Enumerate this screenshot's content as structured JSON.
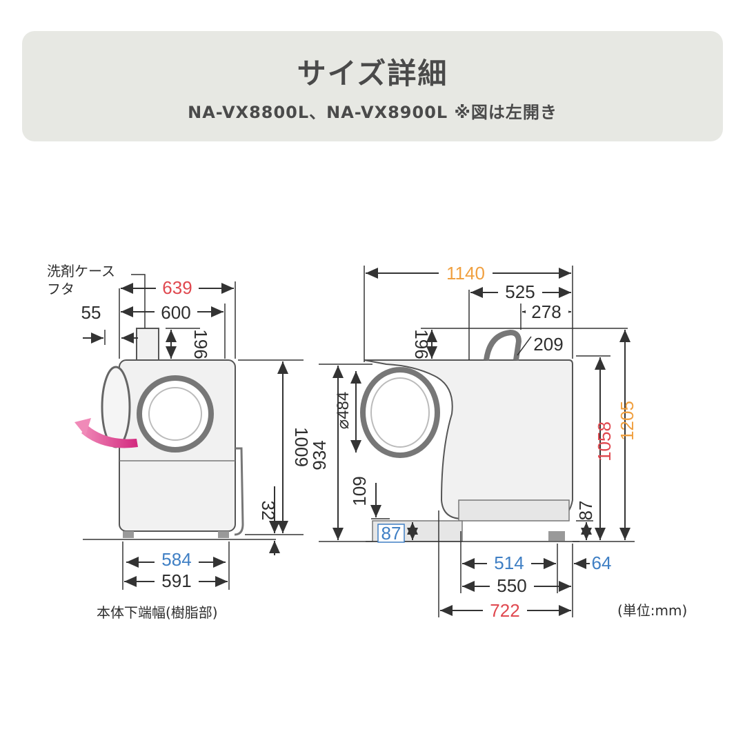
{
  "header": {
    "title": "サイズ詳細",
    "subtitle": "NA-VX8800L、NA-VX8900L ※図は左開き"
  },
  "colors": {
    "header_bg": "#e7e8e3",
    "red": "#e0484f",
    "orange": "#f0a040",
    "blue": "#3f7fc4",
    "magenta": "#d2287e",
    "body_fill": "#f1f1f1",
    "outline": "#555555"
  },
  "front_view": {
    "label_case_lid": [
      "洗剤ケース",
      "フタ"
    ],
    "dim_639": "639",
    "dim_600": "600",
    "dim_55": "55",
    "dim_196": "196",
    "dim_1009": "1009",
    "dim_32": "32",
    "dim_584": "584",
    "dim_591": "591",
    "label_base_width": "本体下端幅(樹脂部)",
    "icon": "door-open-arrow-icon"
  },
  "side_view": {
    "dim_1140": "1140",
    "dim_525": "525",
    "dim_278": "278",
    "dim_196": "196",
    "dim_209": "209",
    "dim_484": "⌀484",
    "dim_934": "934",
    "dim_109": "109",
    "dim_87_left": "87",
    "dim_1058": "1058",
    "dim_1205": "1205",
    "dim_87_right": "87",
    "dim_514": "514",
    "dim_64": "64",
    "dim_550": "550",
    "dim_722": "722",
    "unit_label": "(単位:mm)"
  }
}
